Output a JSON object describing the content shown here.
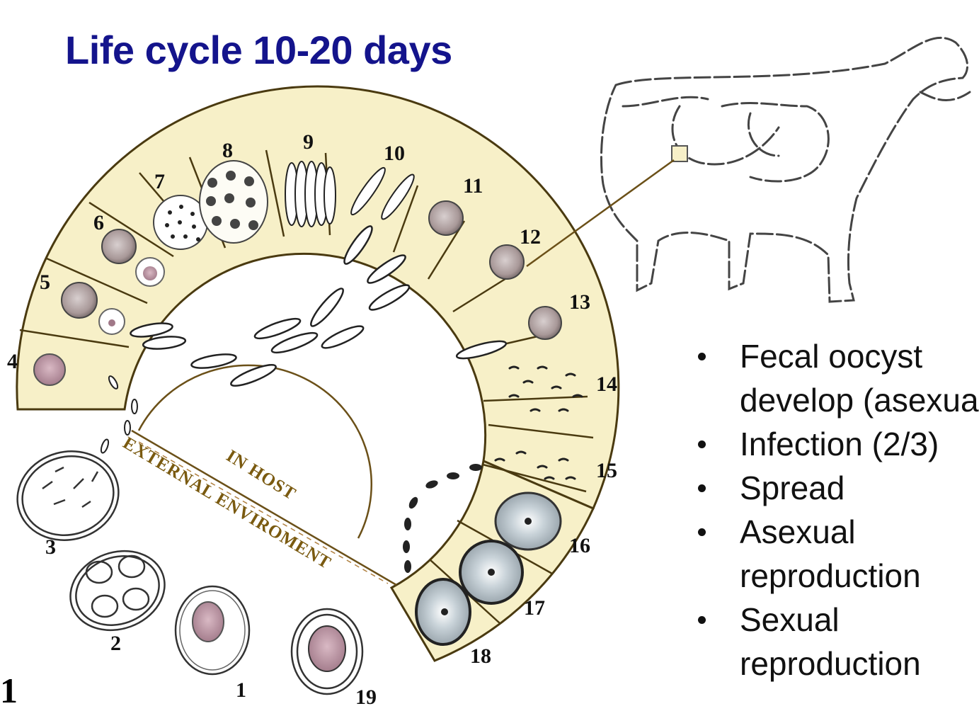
{
  "title": "Life cycle 10-20 days",
  "stage_numbers": [
    "1",
    "2",
    "3",
    "4",
    "5",
    "6",
    "7",
    "8",
    "9",
    "10",
    "11",
    "12",
    "13",
    "14",
    "15",
    "16",
    "17",
    "18",
    "19"
  ],
  "region_labels": {
    "host": "IN HOST",
    "external": "EXTERNAL ENVIROMENT"
  },
  "bullets": [
    {
      "text": "Fecal oocyst\ndevelop (asexual)"
    },
    {
      "text": "Infection (2/3)"
    },
    {
      "text": "Spread"
    },
    {
      "text": "Asexual\nreproduction"
    },
    {
      "text": "Sexual\nreproduction"
    }
  ],
  "corner_number": "1",
  "colors": {
    "title": "#14148c",
    "ring_fill": "#f7f0c8",
    "ring_border": "#6b5018",
    "oocyst": "#a89a9a"
  }
}
